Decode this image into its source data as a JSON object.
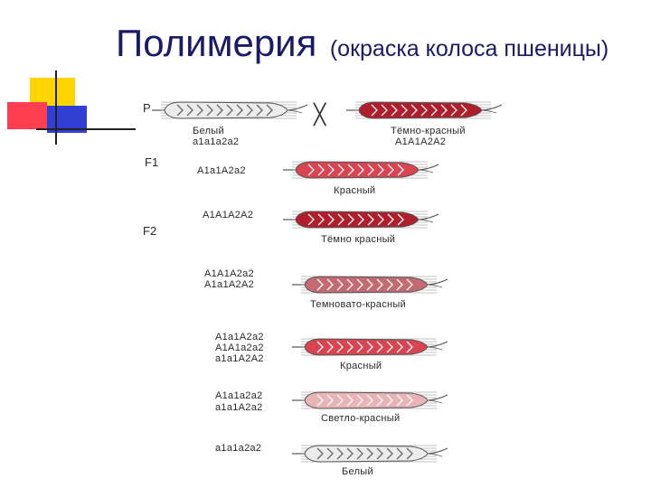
{
  "title": {
    "main": "Полимерия",
    "sub": "(окраска колоса пшеницы)"
  },
  "cross_symbol": "╳",
  "colors": {
    "white": "#ececec",
    "dark_red": "#b01e2b",
    "red": "#d94450",
    "darkish_red": "#c36a72",
    "light_red": "#e8b4b8",
    "title": "#1a1a66"
  },
  "generations": {
    "p": "P",
    "f1": "F1",
    "f2": "F2"
  },
  "parents": {
    "white": {
      "phenotype": "Белый",
      "genotype": "a1a1a2a2"
    },
    "dark_red": {
      "phenotype": "Тёмно-красный",
      "genotype": "A1A1A2A2"
    }
  },
  "f1": {
    "genotype": "A1a1A2a2",
    "phenotype": "Красный"
  },
  "f2": [
    {
      "genotypes": [
        "A1A1A2A2"
      ],
      "phenotype": "Тёмно красный"
    },
    {
      "genotypes": [
        "A1A1A2a2",
        "A1a1A2A2"
      ],
      "phenotype": "Темновато-красный"
    },
    {
      "genotypes": [
        "A1a1A2a2",
        "A1A1a2a2",
        "a1a1A2A2"
      ],
      "phenotype": "Красный"
    },
    {
      "genotypes": [
        "A1a1a2a2",
        "a1a1A2a2"
      ],
      "phenotype": "Светло-красный"
    },
    {
      "genotypes": [
        "a1a1a2a2"
      ],
      "phenotype": "Белый"
    }
  ]
}
